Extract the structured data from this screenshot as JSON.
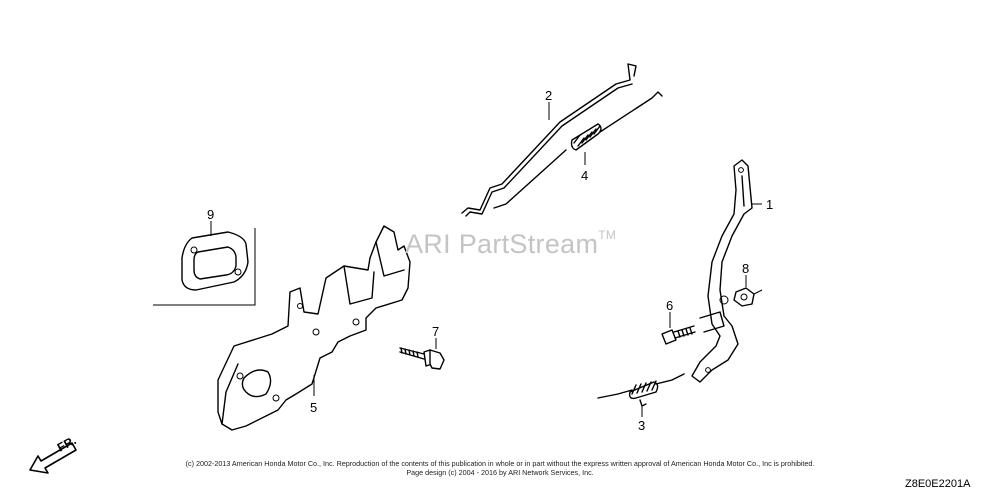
{
  "watermark": {
    "text": "ARI PartStream",
    "mark": "TM"
  },
  "direction_label": "FR.",
  "callouts": {
    "p1": "1",
    "p2": "2",
    "p3": "3",
    "p4": "4",
    "p5": "5",
    "p6": "6",
    "p7": "7",
    "p8": "8",
    "p9": "9"
  },
  "copyright": {
    "line1": "(c) 2002-2013 American Honda Motor Co., Inc. Reproduction of the contents of this publication in whole or in part without the express written approval of American Honda Motor Co., Inc is prohibited.",
    "line2": "Page design (c) 2004 - 2016 by ARI Network Services, Inc."
  },
  "diagram_code": "Z8E0E2201A"
}
